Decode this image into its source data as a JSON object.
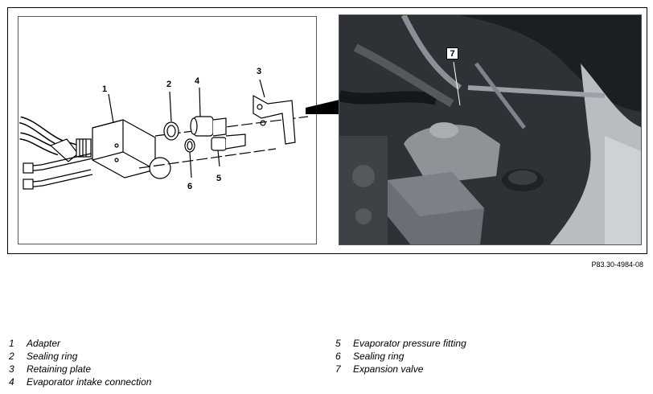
{
  "diagram": {
    "callouts": [
      "1",
      "2",
      "3",
      "4",
      "5",
      "6",
      "7"
    ]
  },
  "photo_reference": "P83.30-4984-08",
  "legend": [
    {
      "num": "1",
      "label": "Adapter"
    },
    {
      "num": "2",
      "label": "Sealing ring"
    },
    {
      "num": "3",
      "label": "Retaining plate"
    },
    {
      "num": "4",
      "label": "Evaporator intake connection"
    },
    {
      "num": "5",
      "label": "Evaporator pressure fitting"
    },
    {
      "num": "6",
      "label": "Sealing ring"
    },
    {
      "num": "7",
      "label": "Expansion valve"
    }
  ],
  "colors": {
    "line": "#000000",
    "photo_dark": "#3a3f45",
    "photo_light": "#c8ccd0"
  }
}
